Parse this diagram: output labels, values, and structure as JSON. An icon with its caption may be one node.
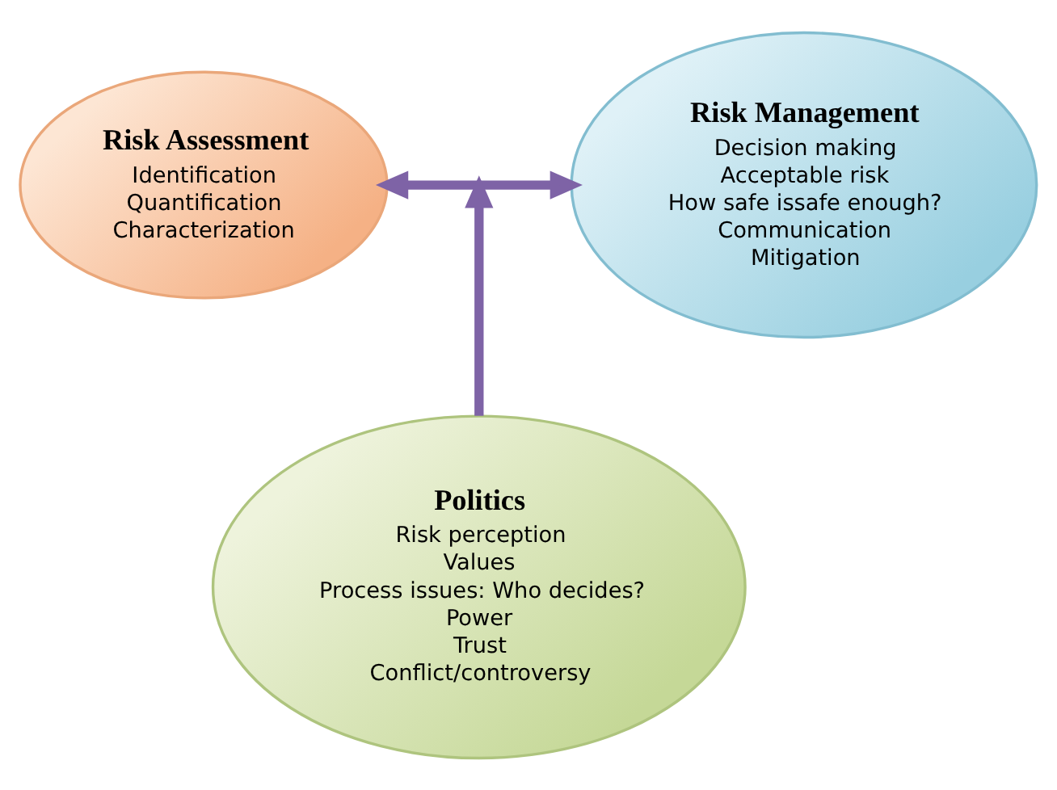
{
  "diagram": {
    "nodes": [
      {
        "text": [
          "Risk Assessment",
          "Identification",
          "Quantification",
          "Characterization"
        ]
      },
      {
        "text": [
          "Risk Management",
          "Decision making",
          "Acceptable risk",
          "How safe issafe enough?",
          "Communication",
          "Mitigation"
        ]
      },
      {
        "text": [
          "Politics",
          "Risk perception",
          "Values",
          "Process issues: Who decides?",
          "Power",
          "Trust",
          "Conflict/controversy"
        ]
      }
    ],
    "edges": [
      {
        "from": 0,
        "to": 1,
        "arrow": "both"
      },
      {
        "from": 2,
        "to": null,
        "arrow": "to"
      }
    ]
  }
}
